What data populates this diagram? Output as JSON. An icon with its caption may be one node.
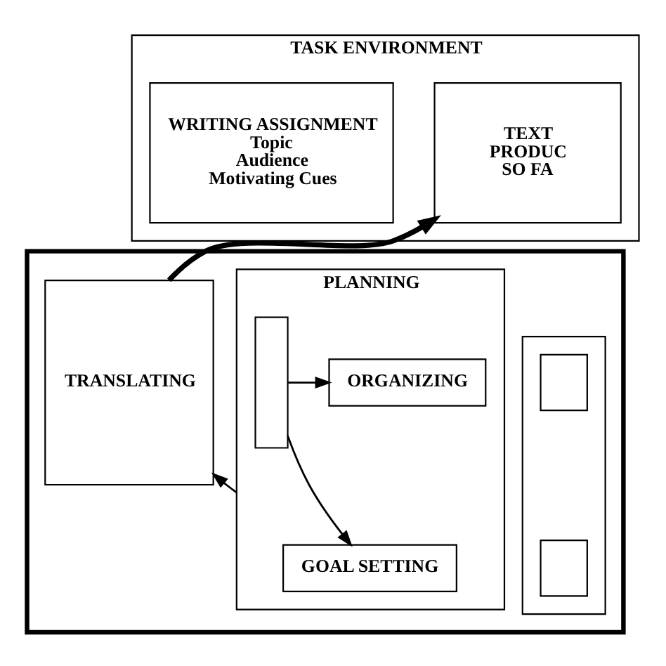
{
  "diagram": {
    "nodes": [
      {
        "text": [
          "TASK ENVIRONMENT"
        ]
      },
      {
        "text": [
          "WRITING ASSIGNMENT",
          "Topic",
          "Audience",
          "Motivating Cues"
        ],
        "in": 0
      },
      {
        "text": [
          "TEXT",
          "PRODUC",
          "SO FA"
        ],
        "in": 0
      },
      {
        "text": [],
        "shape": "box"
      },
      {
        "text": [
          "PLANNING"
        ],
        "in": 3
      },
      {
        "text": [],
        "shape": "box",
        "in": 4
      },
      {
        "text": [
          "ORGANIZING"
        ],
        "in": 4
      },
      {
        "text": [
          "GOAL SETTING"
        ],
        "in": 4
      },
      {
        "text": [
          "TRANSLATING"
        ],
        "in": 3
      },
      {
        "text": [],
        "shape": "box",
        "in": 3
      },
      {
        "text": [],
        "shape": "box",
        "in": 9
      },
      {
        "text": [],
        "shape": "box",
        "in": 9
      }
    ],
    "edges": [
      {
        "from": 5,
        "to": 6,
        "arrow": "to"
      },
      {
        "from": 5,
        "to": 7,
        "arrow": "to"
      },
      {
        "from": 4,
        "to": 8,
        "arrow": "to"
      },
      {
        "from": 8,
        "to": 2,
        "arrow": "to",
        "style": "thick"
      }
    ]
  }
}
